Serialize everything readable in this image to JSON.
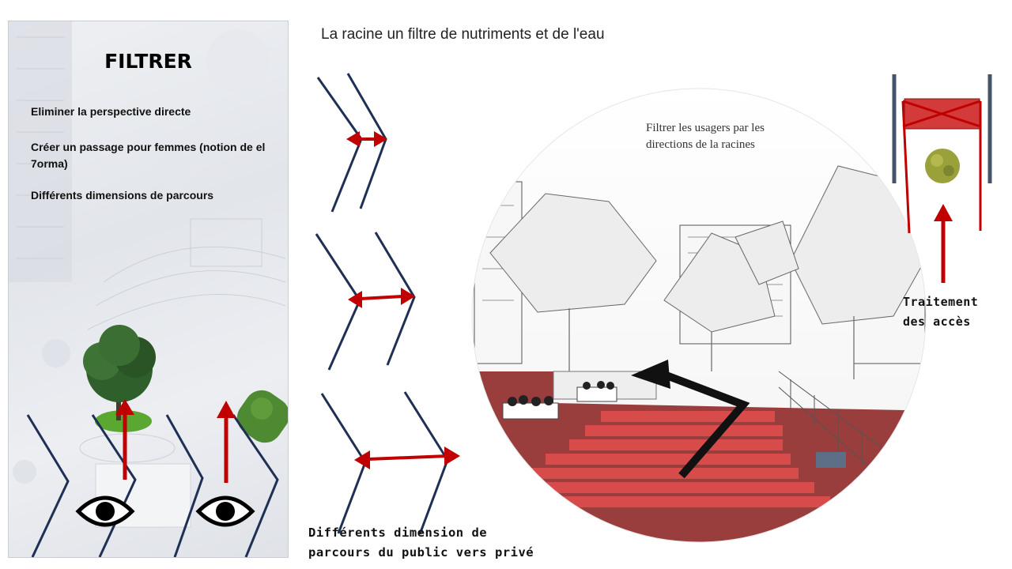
{
  "title": "La racine un filtre de nutriments et de l'eau",
  "left_panel": {
    "heading": "FILTRER",
    "points": [
      "Eliminer la perspective directe",
      "Créer un passage pour femmes (notion de el 7orma)",
      "Différents dimensions de parcours"
    ]
  },
  "circle_caption": "Filtrer les usagers par les directions de la racines",
  "bottom_label": [
    "Différents dimension de",
    "parcours du public vers privé"
  ],
  "right_label": [
    "Traitement",
    "des accès"
  ],
  "colors": {
    "arrow": "#c00000",
    "chevron": "#1f3055",
    "stairs": "#d84b4b",
    "ground": "#9a3d3d",
    "door": "#d33a3a",
    "post": "#44546a"
  },
  "icons": [
    "eye-icon",
    "tree-icon",
    "shrub-icon",
    "arrow-icon",
    "chevron-icon"
  ]
}
